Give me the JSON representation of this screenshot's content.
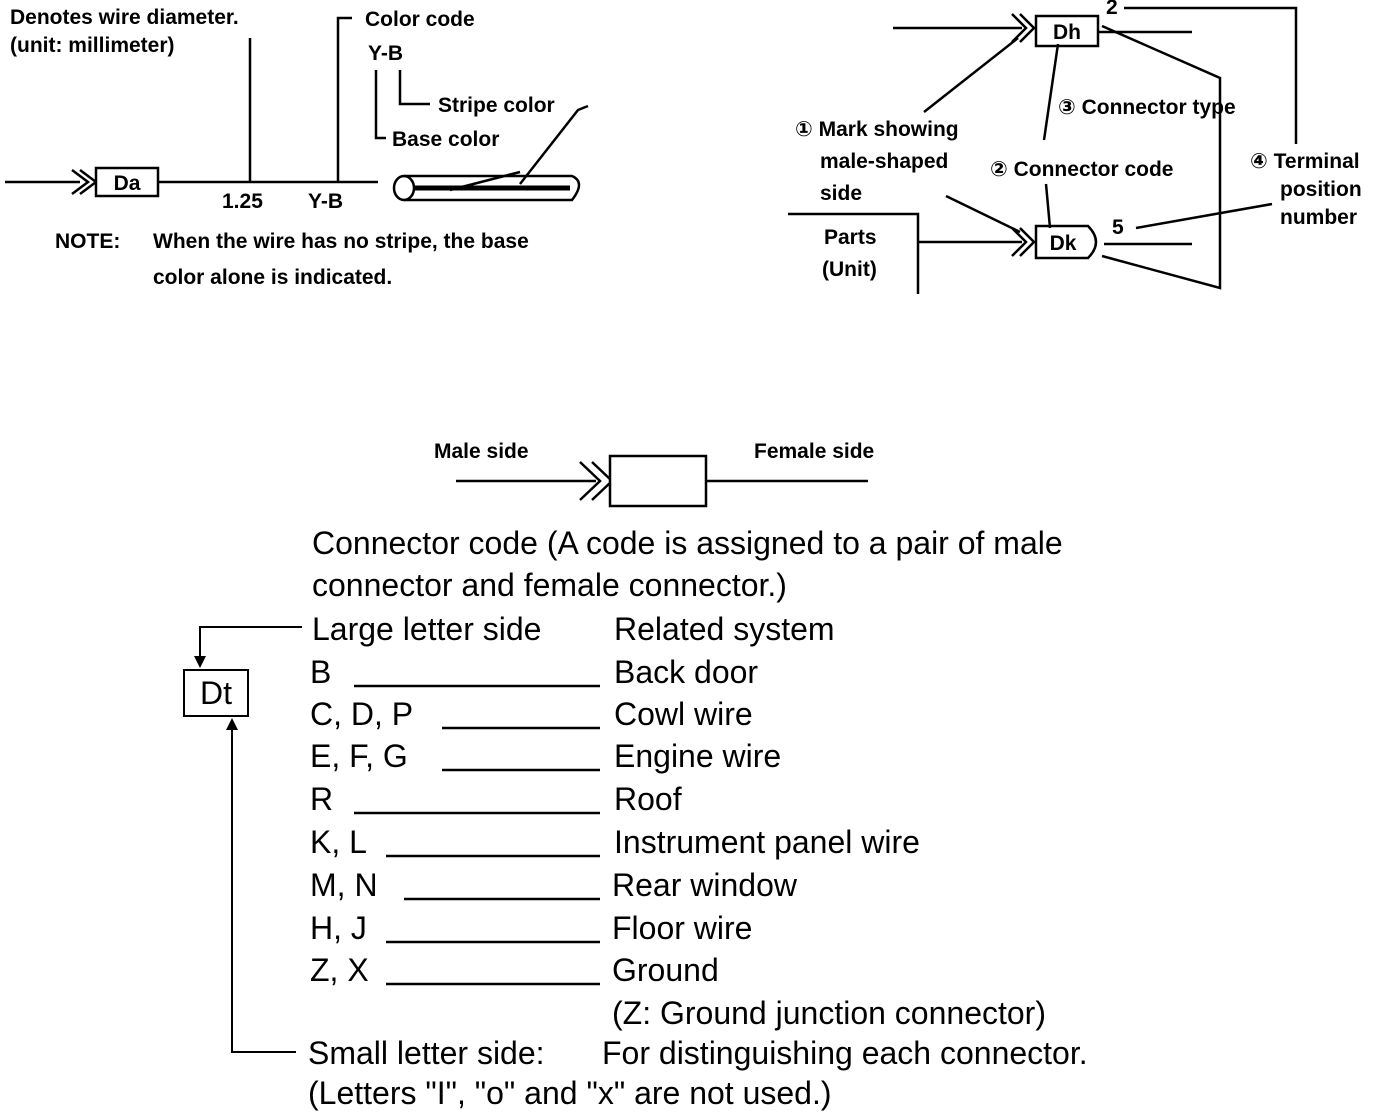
{
  "wire_diagram": {
    "diameter_label": "Denotes wire diameter.",
    "diameter_unit": "(unit:   millimeter)",
    "color_code_label": "Color code",
    "color_code_value": "Y-B",
    "stripe_color_label": "Stripe color",
    "base_color_label": "Base color",
    "connector_label": "Da",
    "diameter_value": "1.25",
    "color_value": "Y-B",
    "note_label": "NOTE:",
    "note_line1": "When the wire has no stripe, the base",
    "note_line2": "color alone is indicated."
  },
  "connector_diagram": {
    "upper_connector": "Dh",
    "lower_connector": "Dk",
    "upper_terminal": "2",
    "lower_terminal": "5",
    "callout_1_line1": "① Mark showing",
    "callout_1_line2": "male-shaped",
    "callout_1_line3": "side",
    "callout_2": "② Connector code",
    "callout_3": "③ Connector type",
    "callout_4_line1": "④ Terminal",
    "callout_4_line2": "position",
    "callout_4_line3": "number",
    "parts_line1": "Parts",
    "parts_line2": "(Unit)"
  },
  "connector_code": {
    "male_side": "Male side",
    "female_side": "Female side",
    "description_line1": "Connector code (A code is assigned to a pair of male",
    "description_line2": "connector and female connector.)",
    "example_code": "Dt",
    "large_letter_header": "Large letter side",
    "related_system_header": "Related system",
    "rows": [
      {
        "letters": "B",
        "system": "Back door"
      },
      {
        "letters": "C, D, P",
        "system": "Cowl wire"
      },
      {
        "letters": "E, F, G",
        "system": "Engine wire"
      },
      {
        "letters": "R",
        "system": "Roof"
      },
      {
        "letters": "K, L",
        "system": "Instrument panel wire"
      },
      {
        "letters": "M, N",
        "system": "Rear window"
      },
      {
        "letters": "H, J",
        "system": "Floor wire"
      },
      {
        "letters": "Z, X",
        "system": "Ground"
      }
    ],
    "ground_note": "(Z:  Ground junction connector)",
    "small_letter_label": "Small letter side:",
    "small_letter_desc": "For distinguishing each connector.",
    "letters_note": "(Letters \"I\", \"o\" and \"x\" are not used.)"
  }
}
